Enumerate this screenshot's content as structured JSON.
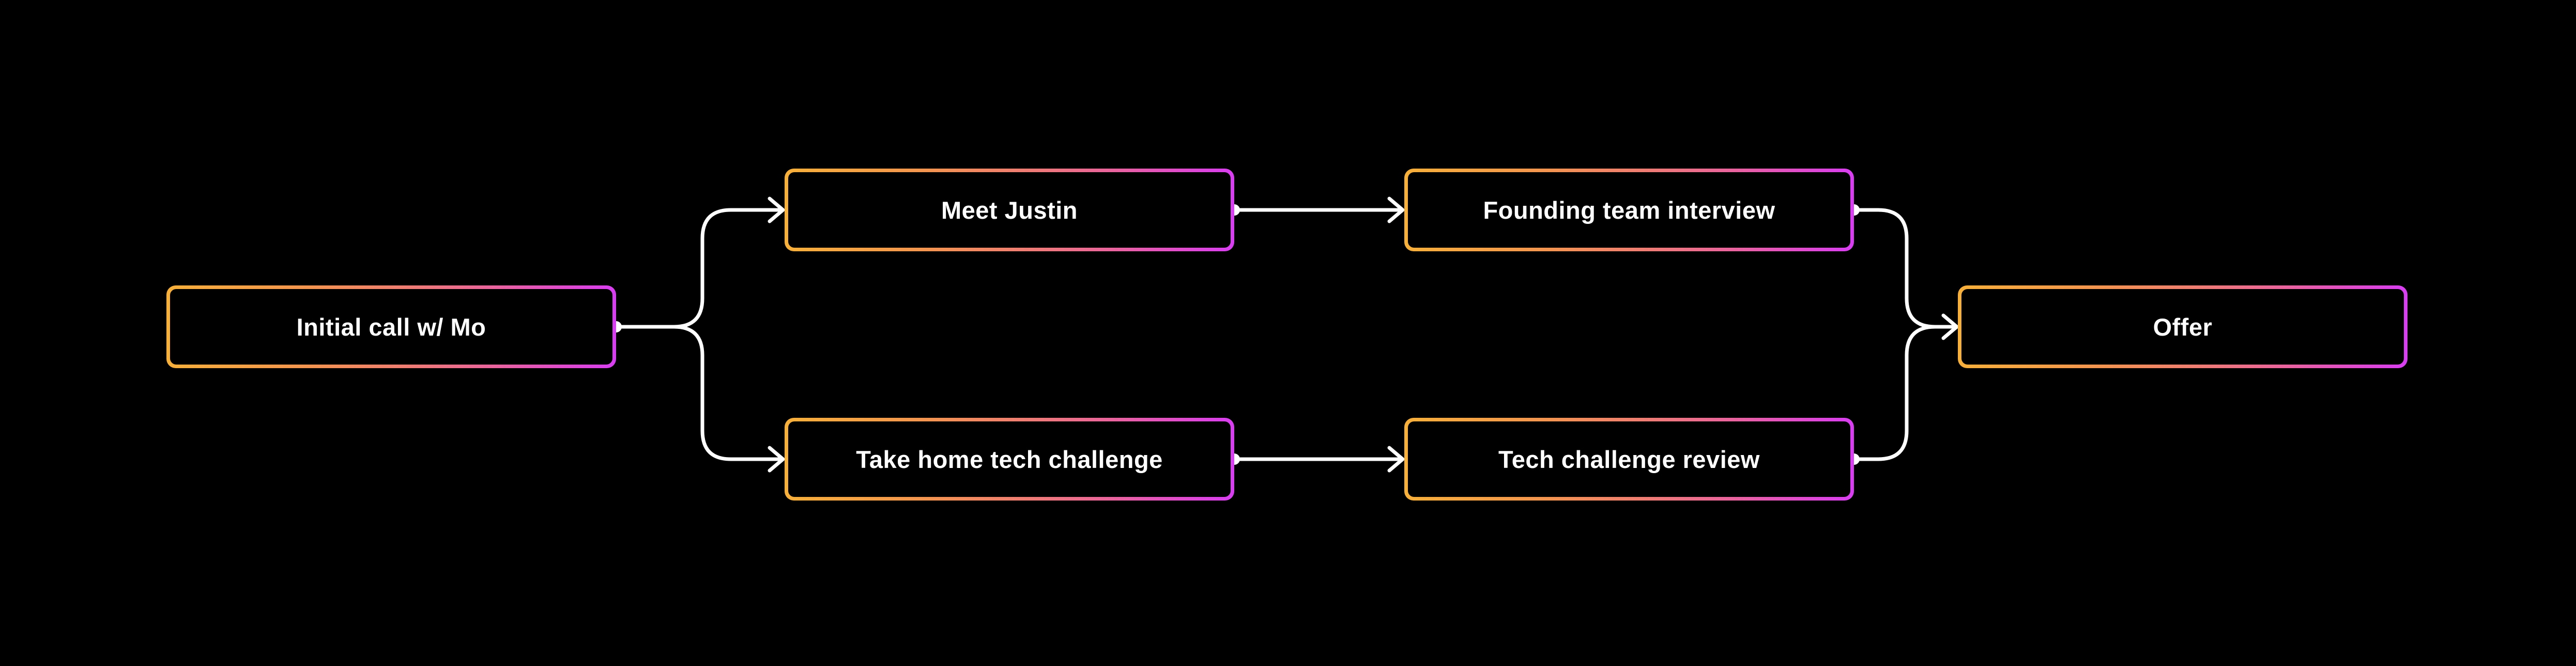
{
  "diagram": {
    "type": "flowchart",
    "background_color": "#000000",
    "node_fill_color": "#000000",
    "node_text_color": "#FFFFFF",
    "connector_color": "#FFFFFF",
    "node_border_gradient": [
      "#F7B03A",
      "#F39450",
      "#EF7C74",
      "#E962A0",
      "#E04CCC",
      "#D83EF2"
    ],
    "nodes": [
      {
        "id": "initial-call",
        "label": "Initial call w/ Mo"
      },
      {
        "id": "meet-justin",
        "label": "Meet Justin"
      },
      {
        "id": "founding-team-interview",
        "label": "Founding team interview"
      },
      {
        "id": "take-home-tech-challenge",
        "label": "Take home tech challenge"
      },
      {
        "id": "tech-challenge-review",
        "label": "Tech challenge review"
      },
      {
        "id": "offer",
        "label": "Offer"
      }
    ],
    "edges": [
      {
        "from": "initial-call",
        "to": "meet-justin"
      },
      {
        "from": "initial-call",
        "to": "take-home-tech-challenge"
      },
      {
        "from": "meet-justin",
        "to": "founding-team-interview"
      },
      {
        "from": "take-home-tech-challenge",
        "to": "tech-challenge-review"
      },
      {
        "from": "founding-team-interview",
        "to": "offer"
      },
      {
        "from": "tech-challenge-review",
        "to": "offer"
      }
    ]
  }
}
